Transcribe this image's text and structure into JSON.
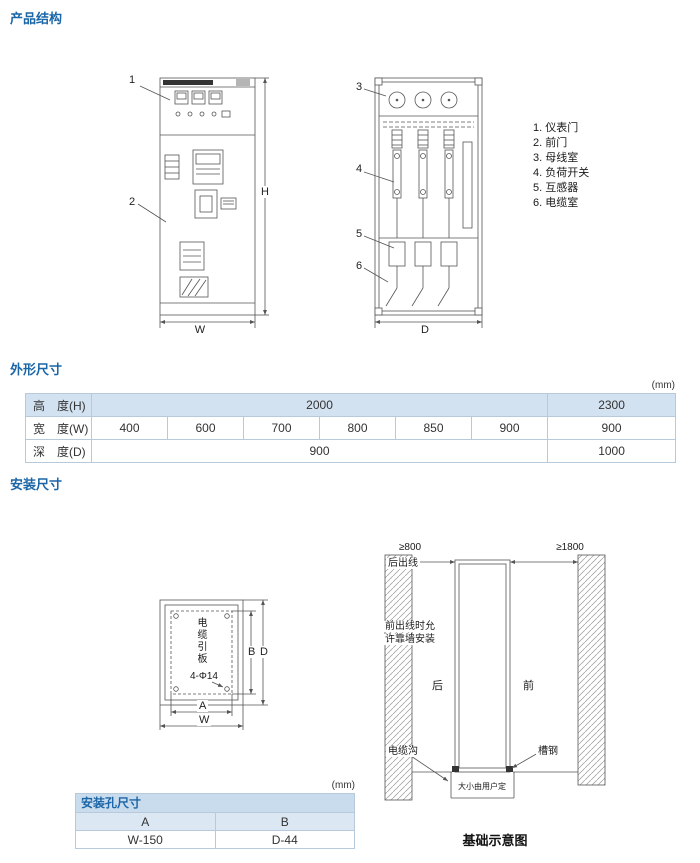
{
  "titles": {
    "product_structure": "产品结构",
    "outline_dims": "外形尺寸",
    "install_dims": "安装尺寸",
    "install_holes": "安装孔尺寸",
    "unit_mm": "(mm)"
  },
  "legend": {
    "items": [
      "1. 仪表门",
      "2. 前门",
      "3. 母线室",
      "4. 负荷开关",
      "5. 互感器",
      "6. 电缆室"
    ]
  },
  "front_view": {
    "callout_1": "1",
    "callout_2": "2",
    "dim_w": "W",
    "dim_h": "H"
  },
  "side_view": {
    "callout_3": "3",
    "callout_4": "4",
    "callout_5": "5",
    "callout_6": "6",
    "dim_d": "D"
  },
  "dims_table": {
    "rows": [
      {
        "label": "高　度(H)",
        "span_value": "2000",
        "last_value": "2300"
      },
      {
        "label": "宽　度(W)",
        "values": [
          "400",
          "600",
          "700",
          "800",
          "850",
          "900",
          "900"
        ]
      },
      {
        "label": "深　度(D)",
        "span_value": "900",
        "last_value": "1000"
      }
    ]
  },
  "plate": {
    "label": "电缆引板",
    "holes": "4-Φ14",
    "dim_a": "A",
    "dim_w": "W",
    "dim_b": "B",
    "dim_d": "D"
  },
  "foundation": {
    "clearance_left": "≥800",
    "clearance_right": "≥1800",
    "rear_outlet": "后出线",
    "note_line1": "前出线时允",
    "note_line2": "许靠墙安装",
    "rear": "后",
    "front": "前",
    "cable_trench": "电缆沟",
    "channel_steel": "槽钢",
    "trench_note": "大小由用户定",
    "caption": "基础示意图"
  },
  "holes_table": {
    "col_a": "A",
    "col_b": "B",
    "val_a": "W-150",
    "val_b": "D-44"
  }
}
